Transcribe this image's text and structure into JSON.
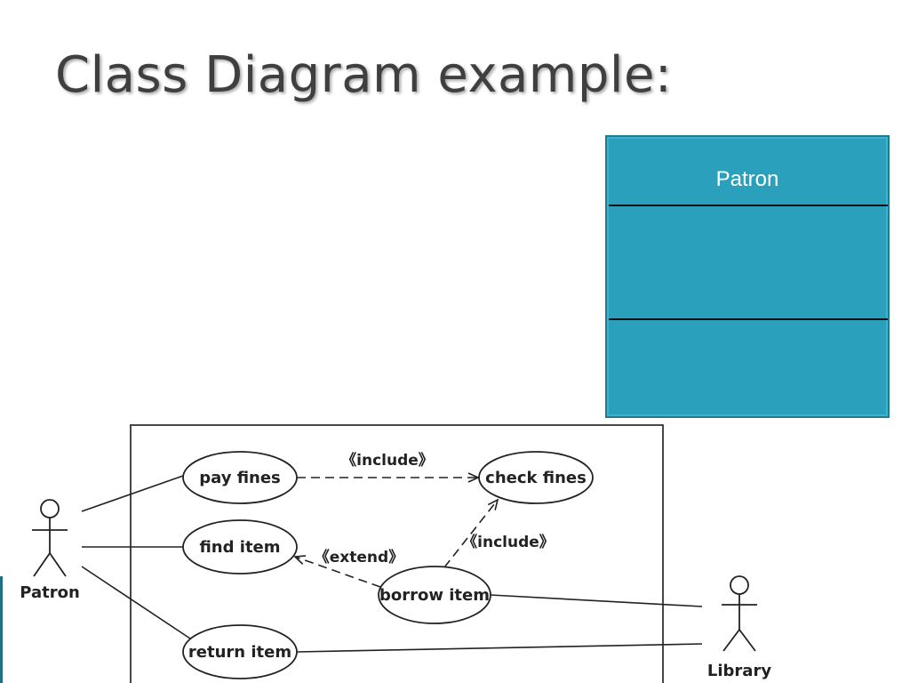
{
  "slide": {
    "title": "Class Diagram example:"
  },
  "class_box": {
    "name": "Patron",
    "fill_color": "#2ba0bc",
    "border_color": "#1f7d93"
  },
  "use_case_diagram": {
    "actors": {
      "patron": "Patron",
      "library": "Library"
    },
    "use_cases": {
      "pay_fines": "pay fines",
      "check_fines": "check fines",
      "find_item": "find item",
      "borrow_item": "borrow item",
      "return_item": "return item"
    },
    "relations": {
      "include_1": "《include》",
      "include_2": "《include》",
      "extend": "《extend》"
    }
  }
}
